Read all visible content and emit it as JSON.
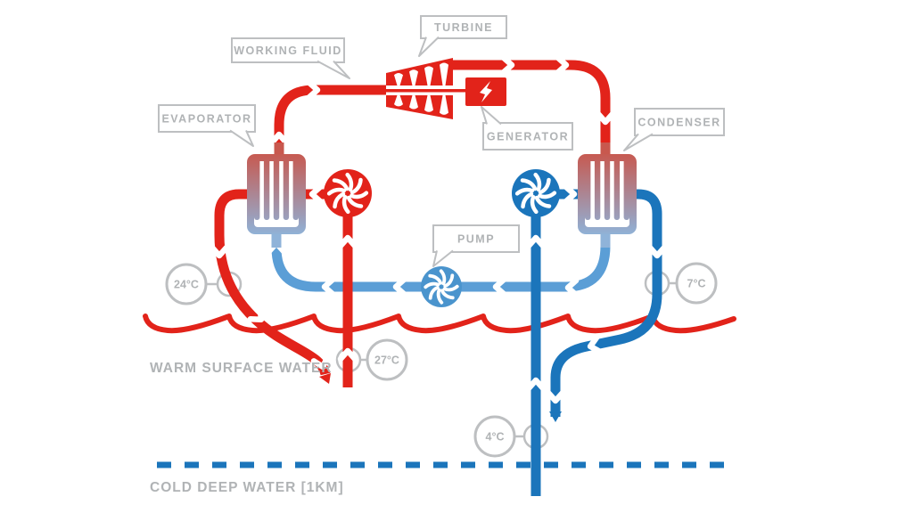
{
  "diagram": {
    "labels": {
      "working_fluid": "WORKING FLUID",
      "turbine": "TURBINE",
      "generator": "GENERATOR",
      "evaporator": "EVAPORATOR",
      "condenser": "CONDENSER",
      "pump": "PUMP"
    },
    "temperatures": {
      "warm_surface_discharge": "24°C",
      "warm_surface_intake": "27°C",
      "cold_deep_discharge": "7°C",
      "cold_deep_intake": "4°C"
    },
    "zones": {
      "surface": "WARM SURFACE WATER",
      "deep": "COLD DEEP WATER [1KM]"
    }
  },
  "colors": {
    "hot": "#e2231a",
    "cold": "#1b75bb",
    "wf": "#5b9ed6",
    "pump_blue": "#4a94cd",
    "hx_hot": "#c8584e",
    "hx_cold": "#8fb3d9",
    "gray": "#bdbfc1",
    "text_gray": "#b0b3b5"
  }
}
